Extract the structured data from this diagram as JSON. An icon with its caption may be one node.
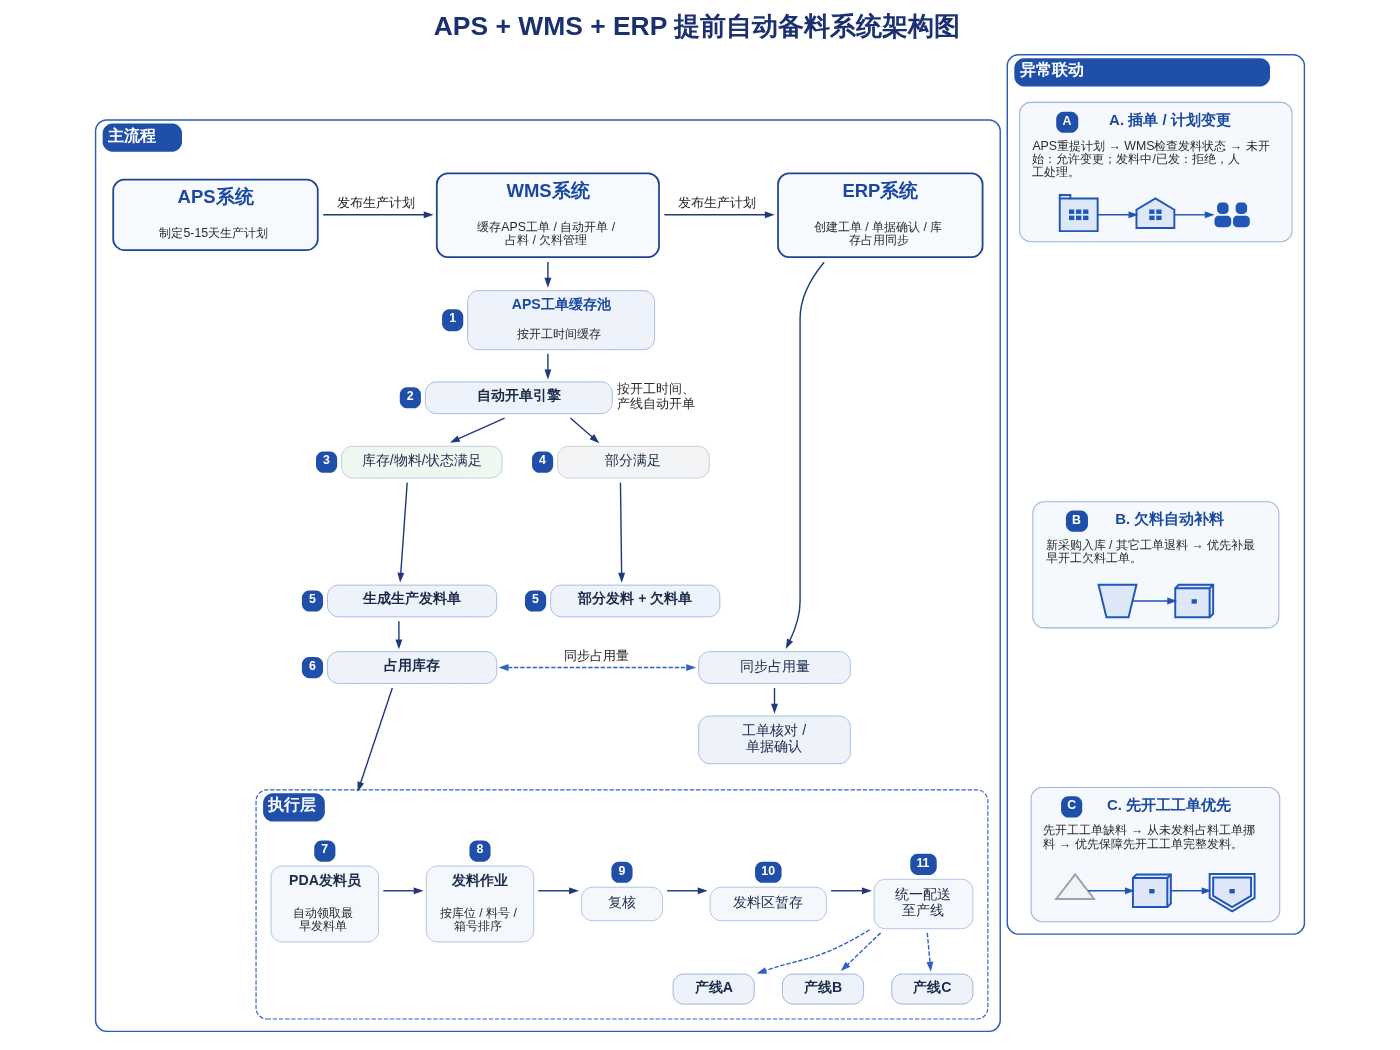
{
  "diagram": {
    "title": "APS + WMS + ERP 提前自动备料系统架构图",
    "nodes": [
      {
        "text": [
          "主流程"
        ]
      },
      {
        "text": [
          "APS系统",
          "制定5-15天生产计划"
        ],
        "in": 0
      },
      {
        "text": [
          "WMS系统",
          "缓存APS工单 / 自动开单 / 占料 / 欠料管理"
        ],
        "in": 0
      },
      {
        "text": [
          "ERP系统",
          "创建工单 / 单据确认 / 库存占用同步"
        ],
        "in": 0
      },
      {
        "text": [
          "APS工单缓存池",
          "按开工时间缓存"
        ],
        "beside": [
          "1"
        ],
        "in": 0
      },
      {
        "text": [
          "自动开单引擎"
        ],
        "beside": [
          "2",
          "按开工时间、产线自动开单"
        ],
        "in": 0
      },
      {
        "text": [
          "库存/物料/状态满足"
        ],
        "beside": [
          "3"
        ],
        "in": 0
      },
      {
        "text": [
          "部分满足"
        ],
        "beside": [
          "4"
        ],
        "in": 0
      },
      {
        "text": [
          "生成生产发料单"
        ],
        "beside": [
          "5"
        ],
        "in": 0
      },
      {
        "text": [
          "部分发料 + 欠料单"
        ],
        "beside": [
          "5"
        ],
        "in": 0
      },
      {
        "text": [
          "占用库存"
        ],
        "beside": [
          "6"
        ],
        "in": 0
      },
      {
        "text": [
          "同步占用量"
        ],
        "in": 0
      },
      {
        "text": [
          "工单核对 / 单据确认"
        ],
        "in": 0
      },
      {
        "text": [
          "执行层"
        ],
        "in": 0
      },
      {
        "text": [
          "PDA发料员",
          "自动领取最早发料单"
        ],
        "beside": [
          "7"
        ],
        "in": 13
      },
      {
        "text": [
          "发料作业",
          "按库位 / 料号 / 箱号排序"
        ],
        "beside": [
          "8"
        ],
        "in": 13
      },
      {
        "text": [
          "复核"
        ],
        "beside": [
          "9"
        ],
        "in": 13
      },
      {
        "text": [
          "发料区暂存"
        ],
        "beside": [
          "10"
        ],
        "in": 13
      },
      {
        "text": [
          "统一配送至产线"
        ],
        "beside": [
          "11"
        ],
        "in": 13
      },
      {
        "text": [
          "产线A"
        ],
        "in": 13
      },
      {
        "text": [
          "产线B"
        ],
        "in": 13
      },
      {
        "text": [
          "产线C"
        ],
        "in": 13
      },
      {
        "text": [
          "异常联动"
        ]
      },
      {
        "text": [
          "A",
          "A. 插单 / 计划变更",
          "APS重提计划 → WMS检查发料状态 → 未开始：允许变更；发料中/已发：拒绝，人工处理。"
        ],
        "in": 22
      },
      {
        "text": [],
        "shape": "picture",
        "in": 23
      },
      {
        "text": [],
        "shape": "picture",
        "in": 23
      },
      {
        "text": [],
        "shape": "person",
        "in": 23
      },
      {
        "text": [
          "B",
          "B. 欠料自动补料",
          "新采购入库 / 其它工单退料 → 优先补最早开工欠料工单。"
        ],
        "in": 22
      },
      {
        "text": [],
        "shape": "picture",
        "in": 27
      },
      {
        "text": [],
        "shape": "picture",
        "in": 27
      },
      {
        "text": [
          "C",
          "C. 先开工工单优先",
          "先开工工单缺料 → 从未发料占料工单挪料 → 优先保障先开工工单完整发料。"
        ],
        "in": 22
      },
      {
        "text": [],
        "shape": "picture",
        "in": 30
      },
      {
        "text": [],
        "shape": "picture",
        "in": 30
      },
      {
        "text": [],
        "shape": "picture",
        "in": 30
      }
    ],
    "edges": [
      {
        "from": 1,
        "to": 2,
        "arrow": "to",
        "label": "发布生产计划"
      },
      {
        "from": 2,
        "to": 3,
        "arrow": "to",
        "label": "发布生产计划"
      },
      {
        "from": 2,
        "to": 4,
        "arrow": "to"
      },
      {
        "from": 4,
        "to": 5,
        "arrow": "to"
      },
      {
        "from": 5,
        "to": 6,
        "arrow": "to"
      },
      {
        "from": 5,
        "to": 7,
        "arrow": "to"
      },
      {
        "from": 6,
        "to": 8,
        "arrow": "to"
      },
      {
        "from": 7,
        "to": 9,
        "arrow": "to"
      },
      {
        "from": 8,
        "to": 10,
        "arrow": "to"
      },
      {
        "from": 3,
        "to": 11,
        "arrow": "to"
      },
      {
        "from": 11,
        "to": 12,
        "arrow": "to"
      },
      {
        "from": 10,
        "to": 11,
        "arrow": "both",
        "label": "同步占用量",
        "style": "dashed",
        "color": "#2f62c8"
      },
      {
        "from": 10,
        "to": 13,
        "arrow": "to"
      },
      {
        "from": 14,
        "to": 15,
        "arrow": "to"
      },
      {
        "from": 15,
        "to": 16,
        "arrow": "to"
      },
      {
        "from": 16,
        "to": 17,
        "arrow": "to"
      },
      {
        "from": 17,
        "to": 18,
        "arrow": "to"
      },
      {
        "from": 18,
        "to": 19,
        "arrow": "to",
        "style": "dashed",
        "color": "#2f62c8"
      },
      {
        "from": 18,
        "to": 20,
        "arrow": "to",
        "style": "dashed",
        "color": "#2f62c8"
      },
      {
        "from": 18,
        "to": 21,
        "arrow": "to",
        "style": "dashed",
        "color": "#2f62c8"
      },
      {
        "from": 24,
        "to": 25,
        "arrow": "to",
        "color": "#1f56b8"
      },
      {
        "from": 25,
        "to": 26,
        "arrow": "to",
        "color": "#1f56b8"
      },
      {
        "from": 28,
        "to": 29,
        "arrow": "to",
        "color": "#1f56b8"
      },
      {
        "from": 31,
        "to": 32,
        "arrow": "to",
        "color": "#1f56b8"
      },
      {
        "from": 32,
        "to": 33,
        "arrow": "to",
        "color": "#1f56b8"
      }
    ]
  }
}
